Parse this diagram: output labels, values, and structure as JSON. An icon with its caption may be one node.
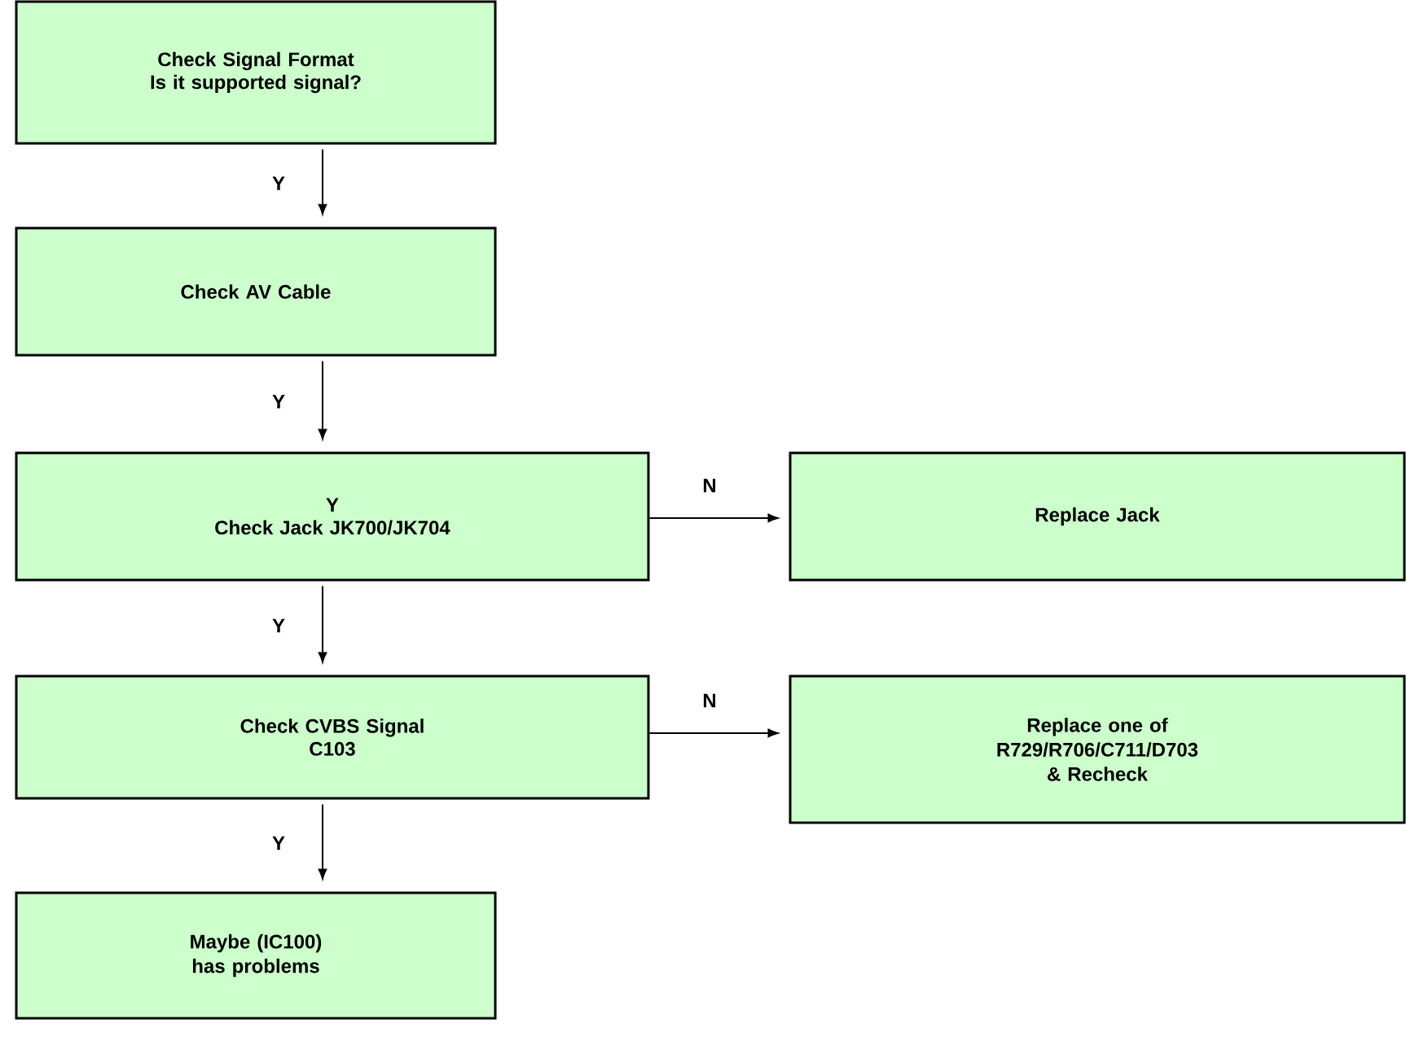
{
  "diagram": {
    "nodes": [
      {
        "text": [
          "Check Signal Format",
          "Is it supported signal?"
        ]
      },
      {
        "text": [
          "Check AV Cable"
        ]
      },
      {
        "text": [
          "Y",
          "Check Jack JK700/JK704"
        ]
      },
      {
        "text": [
          "Replace Jack"
        ]
      },
      {
        "text": [
          "Check CVBS Signal",
          "C103"
        ]
      },
      {
        "text": [
          "Replace one of R729/R706/C711/D703 & Recheck"
        ]
      },
      {
        "text": [
          "Maybe (IC100) has problems"
        ]
      }
    ],
    "edges": [
      {
        "from": 0,
        "to": 1,
        "arrow": "to",
        "label": "Y"
      },
      {
        "from": 1,
        "to": 2,
        "arrow": "to",
        "label": "Y"
      },
      {
        "from": 2,
        "to": 3,
        "arrow": "to",
        "label": "N"
      },
      {
        "from": 2,
        "to": 4,
        "arrow": "to",
        "label": "Y"
      },
      {
        "from": 4,
        "to": 5,
        "arrow": "to",
        "label": "N"
      },
      {
        "from": 4,
        "to": 6,
        "arrow": "to",
        "label": "Y"
      }
    ]
  }
}
